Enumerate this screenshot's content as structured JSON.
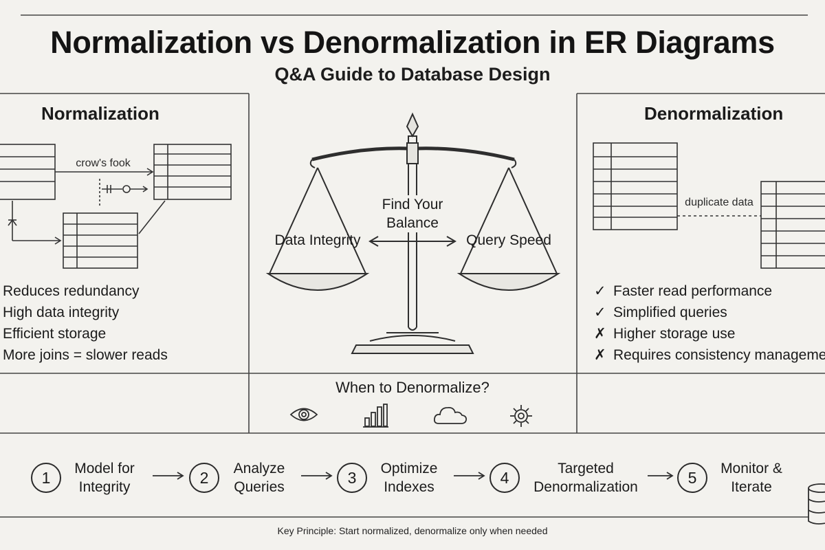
{
  "header": {
    "title": "Normalization vs Denormalization in ER Diagrams",
    "subtitle": "Q&A Guide to Database Design"
  },
  "left_panel": {
    "title": "Normalization",
    "sketch_label": "crow's fook",
    "points": [
      "Reduces redundancy",
      "High data integrity",
      "Efficient storage",
      "More joins = slower reads"
    ]
  },
  "center_panel": {
    "balance_label": "Find Your Balance",
    "left_pan": "Data Integrity",
    "right_pan": "Query Speed",
    "when_title": "When to Denormalize?",
    "icons": [
      "eye-icon",
      "bar-chart-icon",
      "cloud-icon",
      "gear-icon"
    ]
  },
  "right_panel": {
    "title": "Denormalization",
    "sketch_label": "duplicate data",
    "points": [
      {
        "mark": "✓",
        "text": "Faster read performance"
      },
      {
        "mark": "✓",
        "text": "Simplified queries"
      },
      {
        "mark": "✗",
        "text": "Higher storage use"
      },
      {
        "mark": "✗",
        "text": "Requires consistency management"
      }
    ]
  },
  "steps": [
    {
      "num": "1",
      "label": "Model for Integrity"
    },
    {
      "num": "2",
      "label": "Analyze Queries"
    },
    {
      "num": "3",
      "label": "Optimize Indexes"
    },
    {
      "num": "4",
      "label": "Targeted Denormalization"
    },
    {
      "num": "5",
      "label": "Monitor & Iterate"
    }
  ],
  "key_principle": "Key Principle: Start normalized, denormalize only when needed",
  "colors": {
    "background": "#f3f2ee",
    "ink": "#1d1d1d",
    "line": "#3a3a3a"
  }
}
